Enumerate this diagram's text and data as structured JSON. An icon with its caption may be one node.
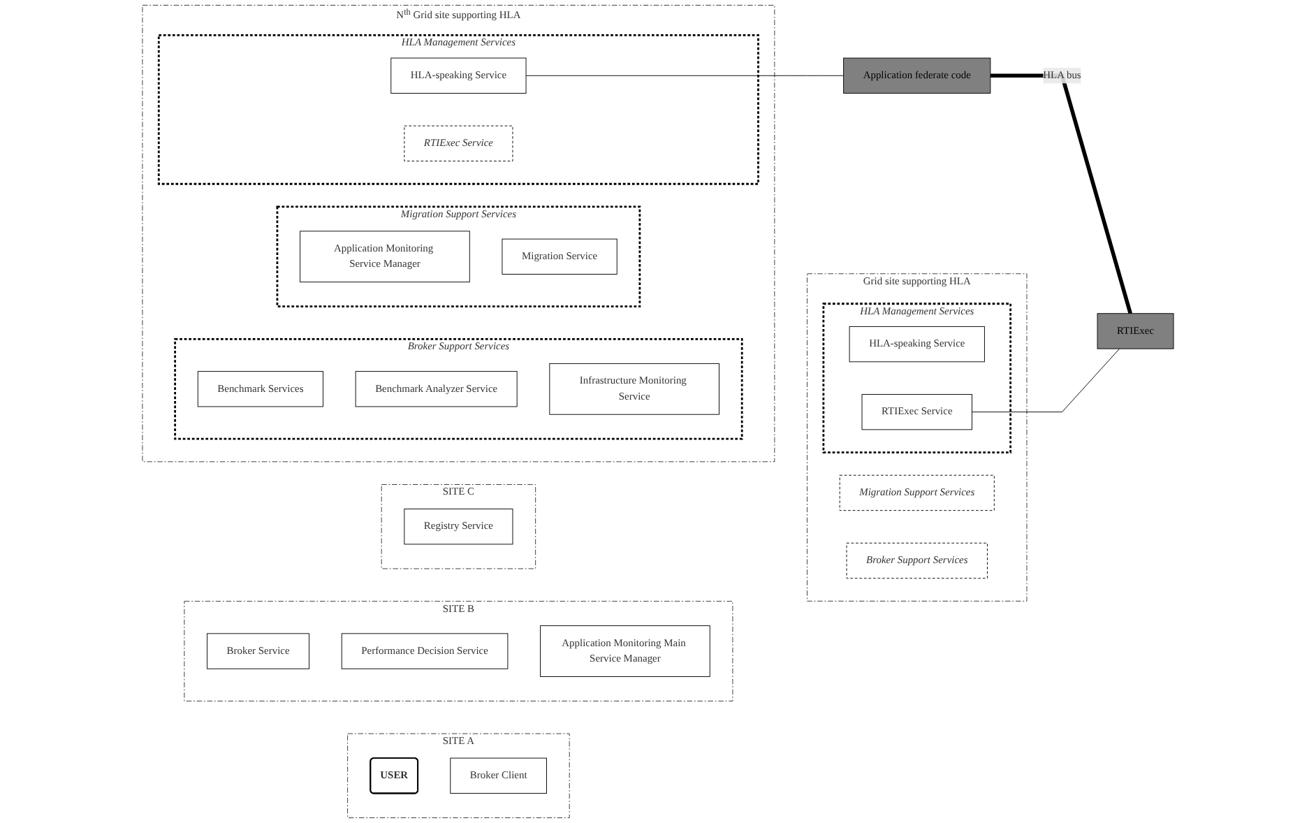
{
  "diagram": {
    "nodes": [
      {
        "text": [
          "SITE A"
        ]
      },
      {
        "text": [
          "USER"
        ],
        "in": 0
      },
      {
        "text": [
          "Broker Client"
        ],
        "in": 0
      },
      {
        "text": [
          "SITE B"
        ]
      },
      {
        "text": [
          "Broker Service"
        ],
        "in": 3
      },
      {
        "text": [
          "Performance Decision Service"
        ],
        "in": 3
      },
      {
        "text": [
          "Application Monitoring Main Service Manager"
        ],
        "in": 3
      },
      {
        "text": [
          "SITE C"
        ]
      },
      {
        "text": [
          "Registry Service"
        ],
        "in": 7
      },
      {
        "text": [
          "N$^{th}$ Grid site supporting HLA"
        ]
      },
      {
        "text": [
          "Broker Support Services"
        ],
        "in": 9
      },
      {
        "text": [
          "Benchmark Services"
        ],
        "in": 10
      },
      {
        "text": [
          "Benchmark Analyzer Service"
        ],
        "in": 10
      },
      {
        "text": [
          "Infrastructure Monitoring Service"
        ],
        "in": 10
      },
      {
        "text": [
          "Migration Support Services"
        ],
        "in": 9
      },
      {
        "text": [
          "Application Monitoring Service Manager"
        ],
        "in": 14
      },
      {
        "text": [
          "Migration Service"
        ],
        "in": 14
      },
      {
        "text": [
          "HLA Management Services"
        ],
        "in": 9
      },
      {
        "text": [
          "HLA-speaking Service"
        ],
        "in": 17
      },
      {
        "text": [
          "RTIExec Service"
        ],
        "in": 17
      },
      {
        "text": [
          "Application federate code"
        ]
      },
      {
        "text": [
          "Grid site supporting HLA"
        ]
      },
      {
        "text": [
          "Migration Support Services"
        ],
        "in": 21
      },
      {
        "text": [
          "Broker Support Services"
        ],
        "in": 21
      },
      {
        "text": [
          "HLA Management Services"
        ],
        "in": 21
      },
      {
        "text": [
          "HLA-speaking Service"
        ],
        "in": 24
      },
      {
        "text": [
          "RTIExec Service"
        ],
        "in": 24
      },
      {
        "text": [
          "RTIExec"
        ]
      }
    ],
    "edges": [
      {
        "from": 18,
        "to": 20,
        "arrow": "none"
      },
      {
        "from": 20,
        "to": 27,
        "arrow": "none",
        "label": "HLA bus",
        "style": "thick"
      },
      {
        "from": 26,
        "to": 27,
        "arrow": "none"
      }
    ]
  }
}
